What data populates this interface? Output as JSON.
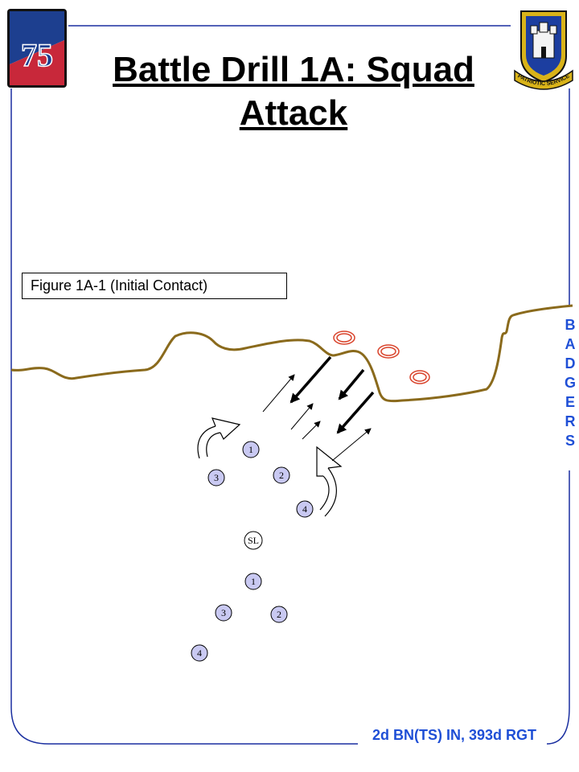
{
  "title": "Battle Drill 1A: Squad Attack",
  "figure_label": "Figure 1A-1 (Initial Contact)",
  "side_text": [
    "B",
    "A",
    "D",
    "G",
    "E",
    "R",
    "S"
  ],
  "footer": "2d BN(TS) IN, 393d RGT",
  "patch_left": {
    "text": "75",
    "colors": {
      "blue": "#1d3f8f",
      "red": "#c8283a",
      "white": "#ffffff"
    }
  },
  "crest_right": {
    "ribbon_text": "PATRIOTIC SERVICE",
    "colors": {
      "gold": "#d9b319",
      "blue": "#1c3ea0"
    }
  },
  "terrain_color": "#8a6a1c",
  "enemy_color": "#d9432b",
  "unit_fill": "#c9c9f2",
  "forward_team": {
    "leader": "SL",
    "members": [
      "1",
      "2",
      "3",
      "4"
    ]
  },
  "rear_team": {
    "members": [
      "1",
      "2",
      "3",
      "4"
    ]
  }
}
